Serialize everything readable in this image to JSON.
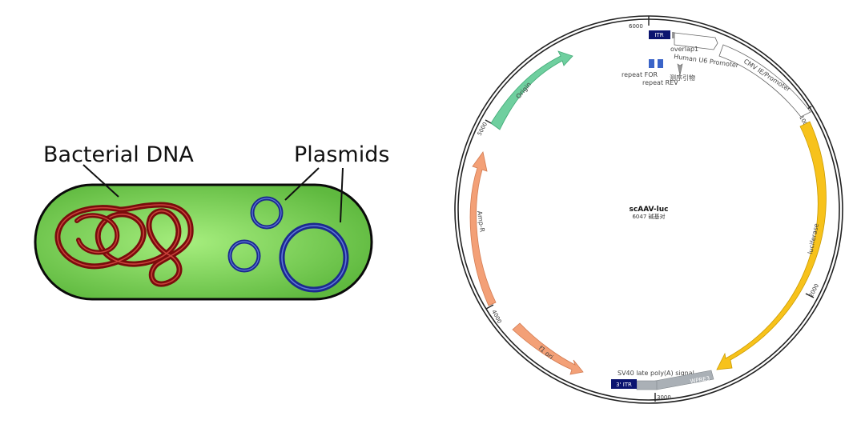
{
  "bacterium": {
    "labels": {
      "bacterial_dna": "Bacterial DNA",
      "plasmids": "Plasmids"
    },
    "colors": {
      "cell_fill": "#6cc24a",
      "cell_glow": "#a6ee7e",
      "dna": "#7a0c0c",
      "plasmid": "#1b2a8f"
    }
  },
  "plasmid_map": {
    "name": "scAAV-luc",
    "length_text": "6047 碱基对",
    "ticks": [
      "6000",
      "1000",
      "2000",
      "3000",
      "4000",
      "5000"
    ],
    "features": {
      "itr": "ITR",
      "itr3": "3' ITR",
      "overlap": "overlap1",
      "u6": "Human U6 Promoter",
      "cmv": "CMV IE/Promoter",
      "primer": "测序引物",
      "repeat_for": "repeat FOR",
      "repeat_rev": "repeat REV",
      "luciferase": "luciferase",
      "sv40": "SV40 late poly(A) signal",
      "wpre": "WPRE3",
      "f1": "f1 ori",
      "ampr": "Amp-R",
      "origin": "Origin"
    },
    "colors": {
      "luciferase": "#f7c21b",
      "origin": "#6fcf9f",
      "ampr": "#f3a077",
      "f1": "#f3a077",
      "itr": "#0b1470",
      "wpre": "#aab0b6",
      "repeat": "#3a64c8",
      "cmv": "#ffffff"
    }
  }
}
